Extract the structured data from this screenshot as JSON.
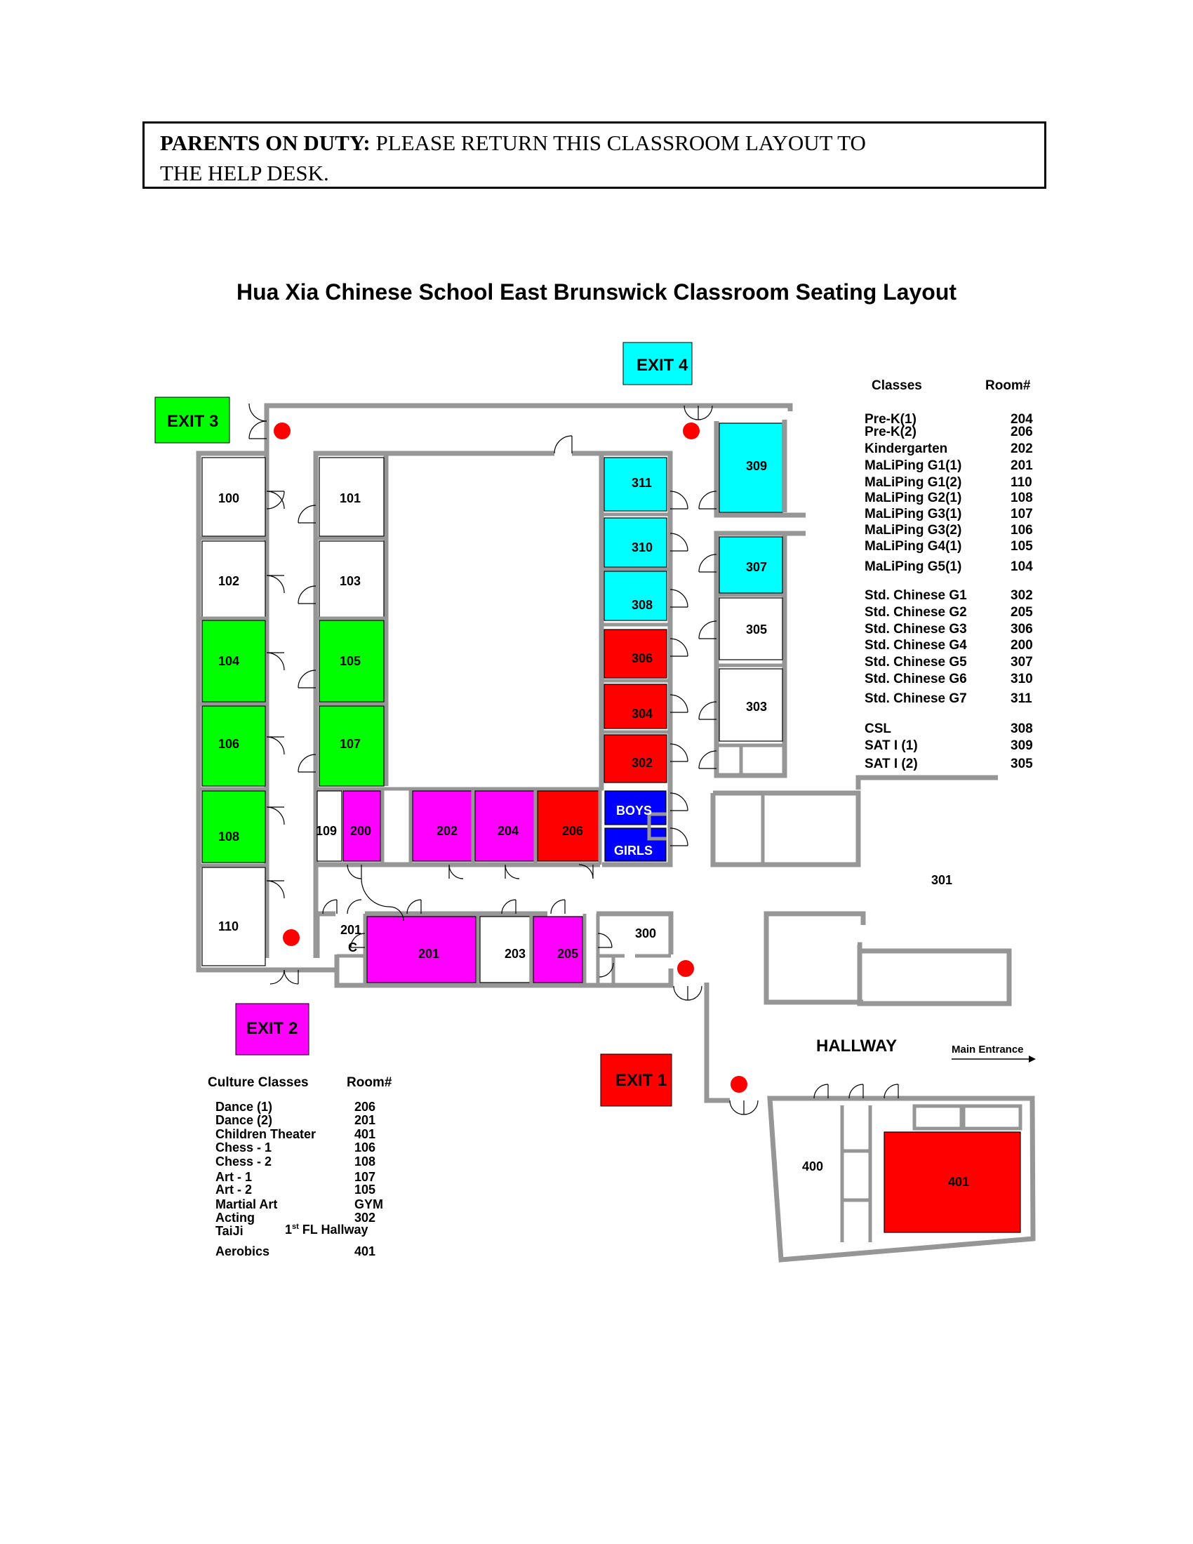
{
  "notice": {
    "bold": "PARENTS ON DUTY:",
    "line1": " PLEASE RETURN THIS CLASSROOM LAYOUT TO",
    "line2": "THE HELP DESK."
  },
  "title": "Hua Xia Chinese School East Brunswick Classroom Seating Layout",
  "colors": {
    "green": "#00ff00",
    "cyan": "#00ffff",
    "magenta": "#ff00ff",
    "red": "#ff0000",
    "blue": "#0000ff",
    "wall": "#969696",
    "marker": "#ff0000"
  },
  "exits": [
    {
      "id": "exit-3",
      "label": "EXIT 3",
      "color": "#00ff00"
    },
    {
      "id": "exit-4",
      "label": "EXIT 4",
      "color": "#00ffff"
    },
    {
      "id": "exit-2",
      "label": "EXIT 2",
      "color": "#ff00ff"
    },
    {
      "id": "exit-1",
      "label": "EXIT 1",
      "color": "#ff0000"
    }
  ],
  "rooms": [
    {
      "id": "100",
      "label": "100"
    },
    {
      "id": "101",
      "label": "101"
    },
    {
      "id": "102",
      "label": "102"
    },
    {
      "id": "103",
      "label": "103"
    },
    {
      "id": "104",
      "label": "104"
    },
    {
      "id": "105",
      "label": "105"
    },
    {
      "id": "106",
      "label": "106"
    },
    {
      "id": "107",
      "label": "107"
    },
    {
      "id": "108",
      "label": "108"
    },
    {
      "id": "109",
      "label": "109"
    },
    {
      "id": "110",
      "label": "110"
    },
    {
      "id": "200",
      "label": "200"
    },
    {
      "id": "202",
      "label": "202"
    },
    {
      "id": "204",
      "label": "204"
    },
    {
      "id": "206",
      "label": "206"
    },
    {
      "id": "boys",
      "label": "BOYS"
    },
    {
      "id": "girls",
      "label": "GIRLS"
    },
    {
      "id": "201c",
      "label": "201"
    },
    {
      "id": "c",
      "label": "C"
    },
    {
      "id": "201",
      "label": "201"
    },
    {
      "id": "203",
      "label": "203"
    },
    {
      "id": "205",
      "label": "205"
    },
    {
      "id": "300",
      "label": "300"
    },
    {
      "id": "311",
      "label": "311"
    },
    {
      "id": "310",
      "label": "310"
    },
    {
      "id": "308",
      "label": "308"
    },
    {
      "id": "306",
      "label": "306"
    },
    {
      "id": "304",
      "label": "304"
    },
    {
      "id": "302",
      "label": "302"
    },
    {
      "id": "309",
      "label": "309"
    },
    {
      "id": "307",
      "label": "307"
    },
    {
      "id": "305",
      "label": "305"
    },
    {
      "id": "303",
      "label": "303"
    },
    {
      "id": "301",
      "label": "301"
    },
    {
      "id": "400",
      "label": "400"
    },
    {
      "id": "401",
      "label": "401"
    }
  ],
  "hallway": "HALLWAY",
  "main_entrance": "Main Entrance",
  "classes": {
    "header_class": "Classes",
    "header_room": "Room#",
    "items": [
      {
        "name": "Pre-K(1)",
        "room": "204"
      },
      {
        "name": "Pre-K(2)",
        "room": "206"
      },
      {
        "name": "Kindergarten",
        "room": "202"
      },
      {
        "name": "MaLiPing G1(1)",
        "room": "201"
      },
      {
        "name": "MaLiPing G1(2)",
        "room": "110"
      },
      {
        "name": "MaLiPing G2(1)",
        "room": "108"
      },
      {
        "name": "MaLiPing G3(1)",
        "room": "107"
      },
      {
        "name": "MaLiPing G3(2)",
        "room": "106"
      },
      {
        "name": "MaLiPing G4(1)",
        "room": "105"
      },
      {
        "name": "MaLiPing G5(1)",
        "room": "104"
      },
      {
        "name": "Std. Chinese G1",
        "room": "302"
      },
      {
        "name": "Std. Chinese G2",
        "room": "205"
      },
      {
        "name": "Std. Chinese G3",
        "room": "306"
      },
      {
        "name": "Std. Chinese G4",
        "room": "200"
      },
      {
        "name": "Std. Chinese G5",
        "room": "307"
      },
      {
        "name": "Std. Chinese G6",
        "room": "310"
      },
      {
        "name": "Std. Chinese G7",
        "room": "311"
      },
      {
        "name": "CSL",
        "room": "308"
      },
      {
        "name": "SAT I (1)",
        "room": "309"
      },
      {
        "name": "SAT I (2)",
        "room": "305"
      }
    ]
  },
  "culture": {
    "header_class": "Culture Classes",
    "header_room": "Room#",
    "items": [
      {
        "name": "Dance (1)",
        "room": "206"
      },
      {
        "name": "Dance (2)",
        "room": "201"
      },
      {
        "name": "Children Theater",
        "room": "401"
      },
      {
        "name": "Chess - 1",
        "room": "106"
      },
      {
        "name": "Chess - 2",
        "room": "108"
      },
      {
        "name": "Art - 1",
        "room": "107"
      },
      {
        "name": "Art - 2",
        "room": "105"
      },
      {
        "name": "Martial Art",
        "room": "GYM"
      },
      {
        "name": "Acting",
        "room": "302"
      },
      {
        "name": "TaiJi",
        "room_pre": "1",
        "room_sup": "st",
        "room_post": " FL Hallway"
      },
      {
        "name": "Aerobics",
        "room": "401"
      }
    ]
  }
}
